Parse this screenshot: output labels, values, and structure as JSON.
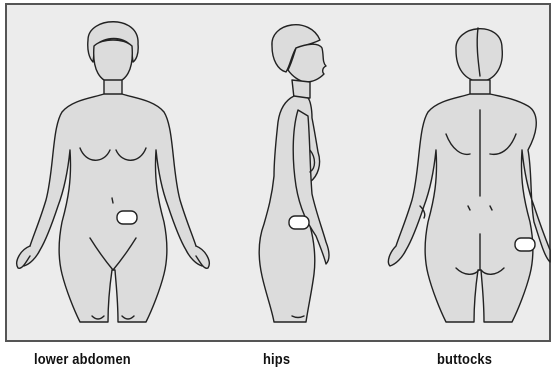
{
  "captions": {
    "front": "lower abdomen",
    "side": "hips",
    "back": "buttocks"
  },
  "colors": {
    "background": "#ececec",
    "body_fill": "#dcdcdc",
    "outline": "#222222",
    "site_fill": "#ffffff"
  }
}
